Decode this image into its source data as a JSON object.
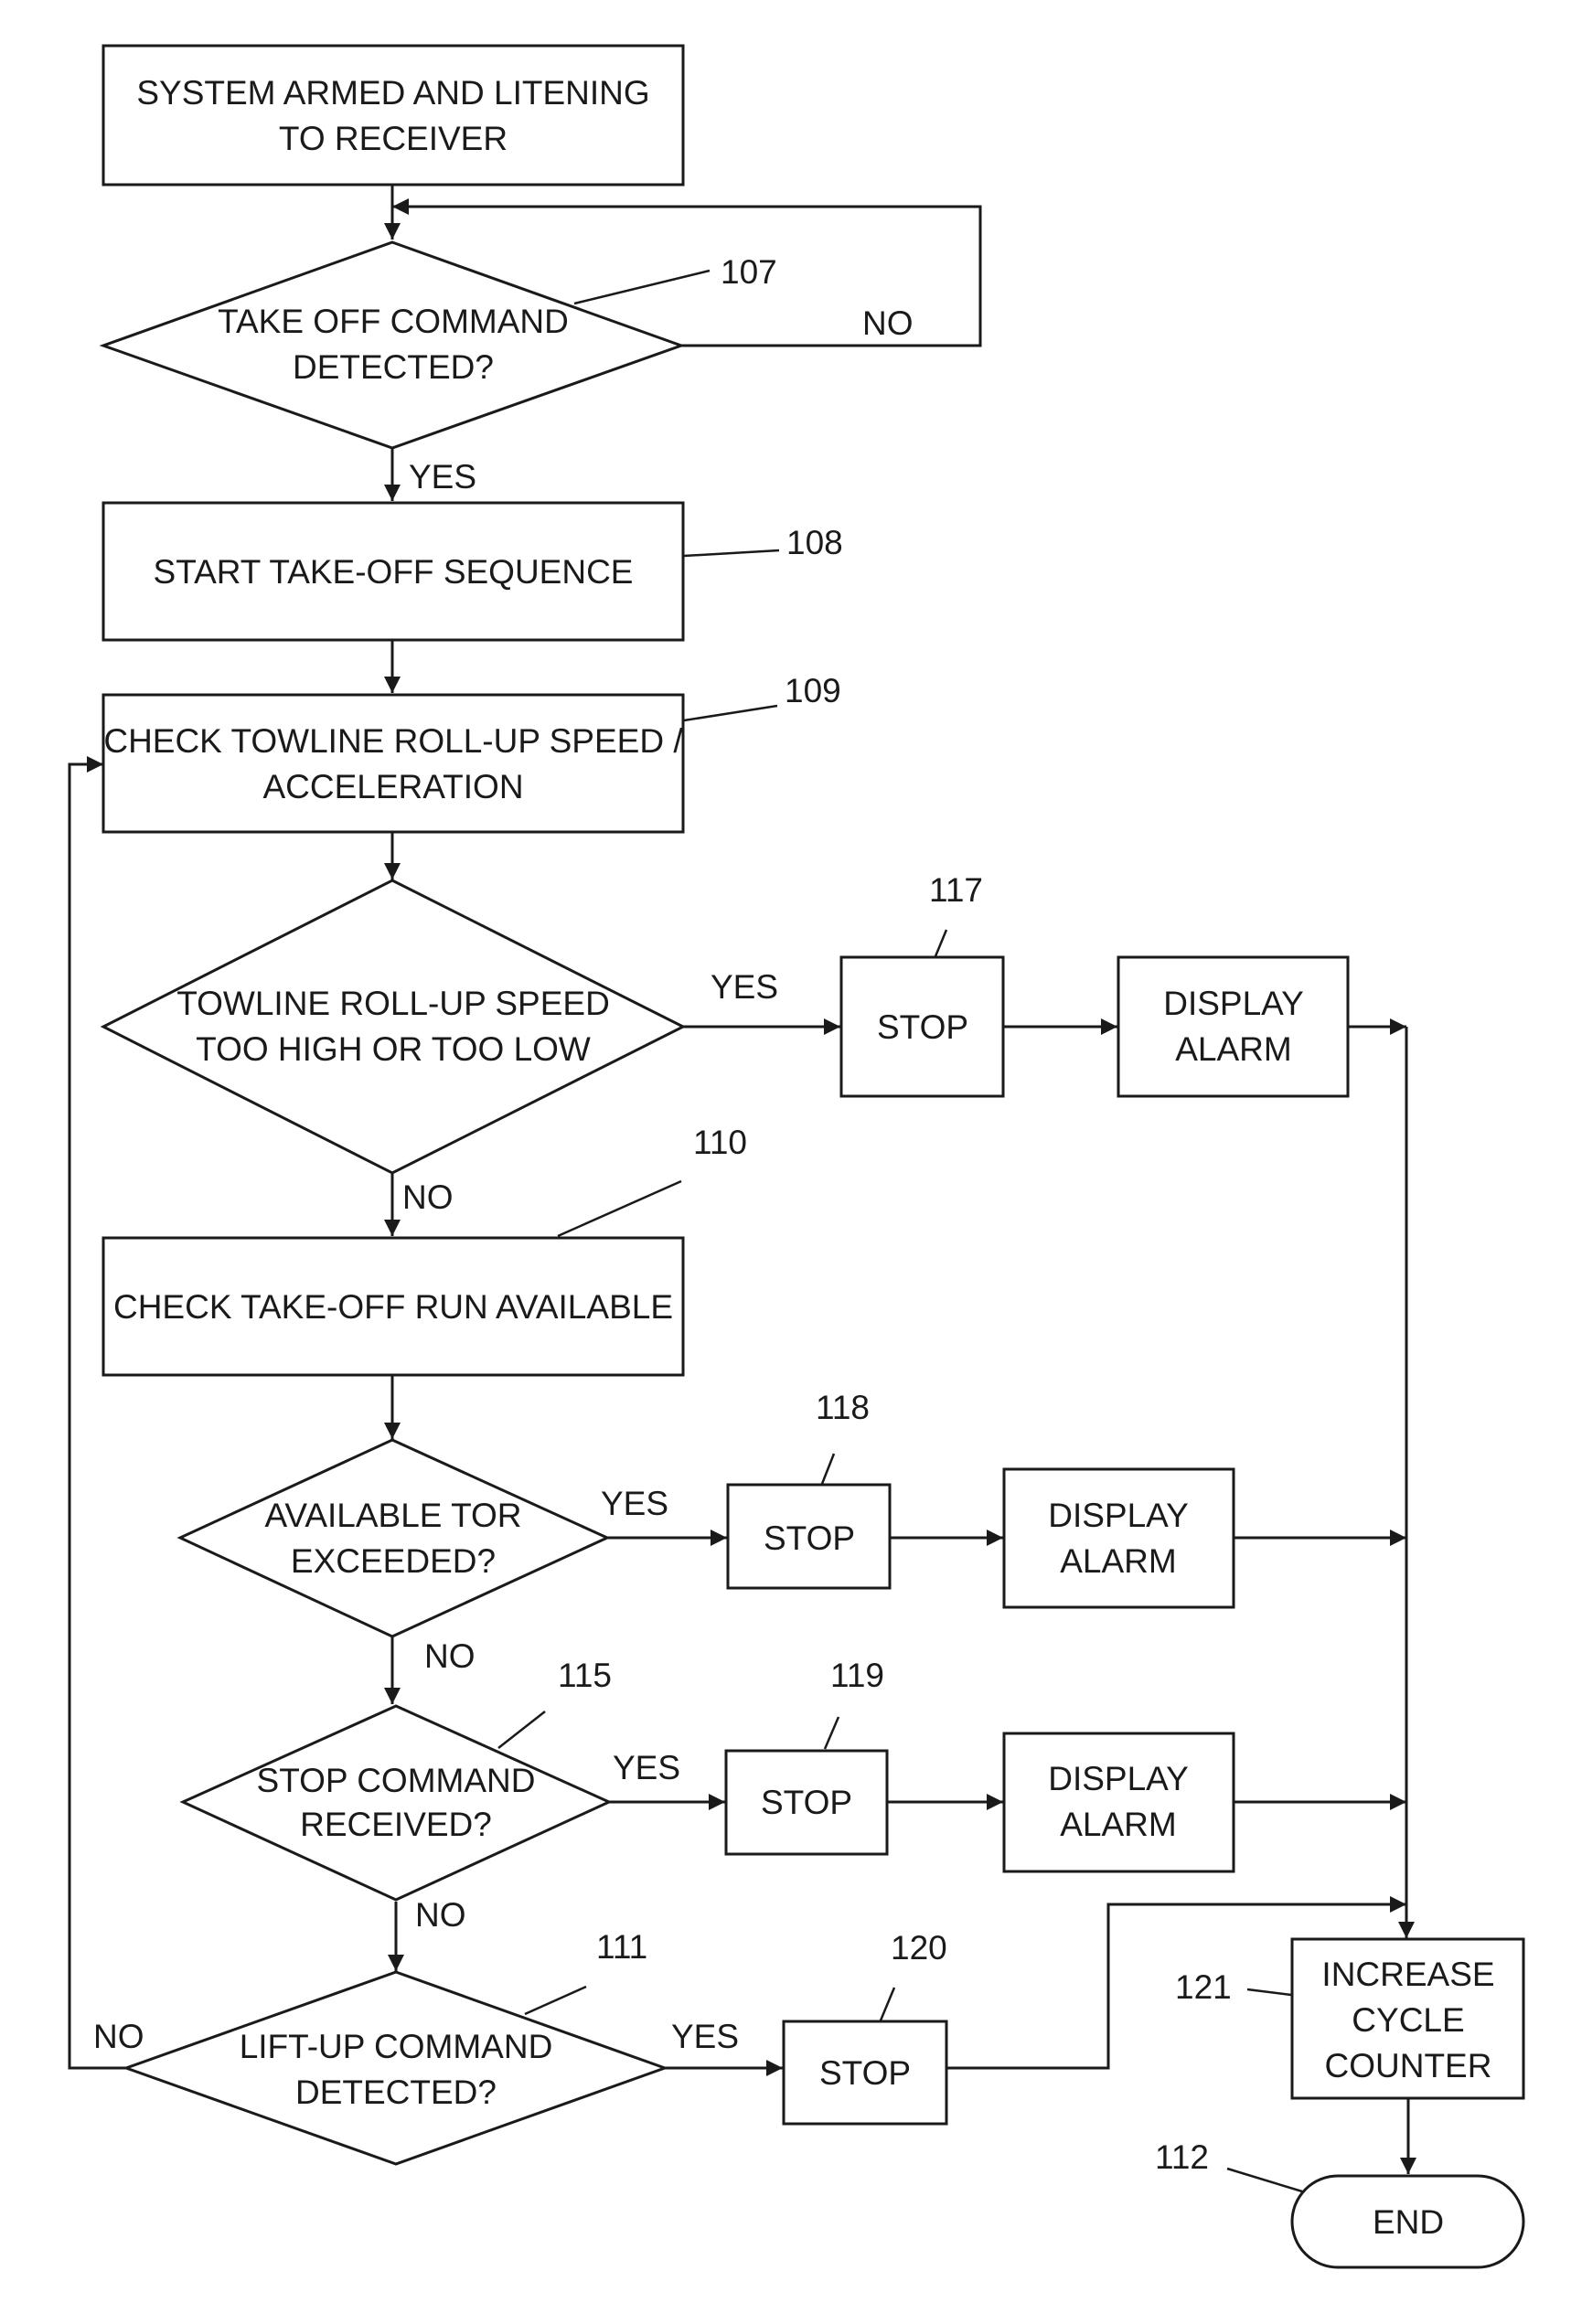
{
  "nodes": {
    "armed": {
      "lines": [
        "SYSTEM ARMED AND LITENING",
        "TO RECEIVER"
      ]
    },
    "takeoff_cmd": {
      "lines": [
        "TAKE OFF COMMAND",
        "DETECTED?"
      ],
      "ref": "107"
    },
    "start_seq": {
      "lines": [
        "START TAKE-OFF SEQUENCE"
      ],
      "ref": "108"
    },
    "check_speed": {
      "lines": [
        "CHECK TOWLINE ROLL-UP SPEED /",
        "ACCELERATION"
      ],
      "ref": "109"
    },
    "speed_dec": {
      "lines": [
        "TOWLINE ROLL-UP SPEED",
        "TOO HIGH OR TOO LOW"
      ]
    },
    "stop_117": {
      "lines": [
        "STOP"
      ],
      "ref": "117"
    },
    "alarm_117": {
      "lines": [
        "DISPLAY",
        "ALARM"
      ]
    },
    "check_run": {
      "lines": [
        "CHECK TAKE-OFF RUN AVAILABLE"
      ],
      "ref": "110"
    },
    "tor_dec": {
      "lines": [
        "AVAILABLE TOR",
        "EXCEEDED?"
      ]
    },
    "stop_118": {
      "lines": [
        "STOP"
      ],
      "ref": "118"
    },
    "alarm_118": {
      "lines": [
        "DISPLAY",
        "ALARM"
      ]
    },
    "stopcmd_dec": {
      "lines": [
        "STOP COMMAND",
        "RECEIVED?"
      ],
      "ref": "115"
    },
    "stop_119": {
      "lines": [
        "STOP"
      ],
      "ref": "119"
    },
    "alarm_119": {
      "lines": [
        "DISPLAY",
        "ALARM"
      ]
    },
    "liftup_dec": {
      "lines": [
        "LIFT-UP COMMAND",
        "DETECTED?"
      ],
      "ref": "111"
    },
    "stop_120": {
      "lines": [
        "STOP"
      ],
      "ref": "120"
    },
    "counter": {
      "lines": [
        "INCREASE",
        "CYCLE",
        "COUNTER"
      ],
      "ref": "121"
    },
    "end": {
      "lines": [
        "END"
      ],
      "ref": "112"
    }
  },
  "edge_labels": {
    "takeoff_no": "NO",
    "takeoff_yes": "YES",
    "speed_yes": "YES",
    "speed_no": "NO",
    "tor_yes": "YES",
    "tor_no": "NO",
    "stopcmd_yes": "YES",
    "stopcmd_no": "NO",
    "liftup_yes": "YES",
    "liftup_no": "NO"
  }
}
